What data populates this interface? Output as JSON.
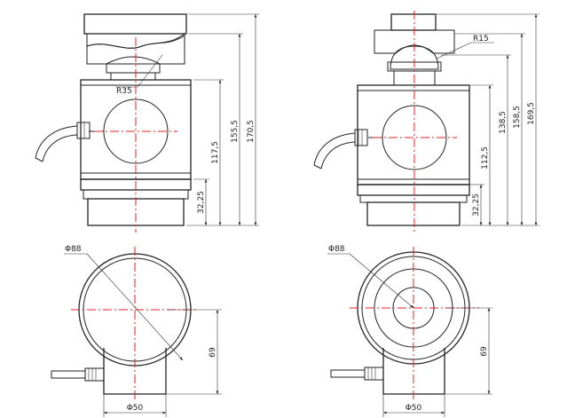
{
  "views": {
    "front_left": {
      "label_radius": "R35",
      "dim_height_total": "170,5",
      "dim_height_mid": "155,5",
      "dim_height_body": "117,5",
      "dim_height_base": "32,25"
    },
    "front_right": {
      "label_radius": "R15",
      "dim_height_total": "169,5",
      "dim_height_mid": "158,5",
      "dim_height_upper": "138,5",
      "dim_height_body": "112,5",
      "dim_height_base": "32,25"
    },
    "top_left": {
      "dim_diameter_outer": "Φ88",
      "dim_diameter_base": "Φ50",
      "dim_offset": "69"
    },
    "top_right": {
      "dim_diameter_outer": "Φ88",
      "dim_diameter_base": "Φ50",
      "dim_offset": "69"
    }
  },
  "colors": {
    "line": "#222222",
    "centerline": "#e02020",
    "background": "#ffffff"
  }
}
